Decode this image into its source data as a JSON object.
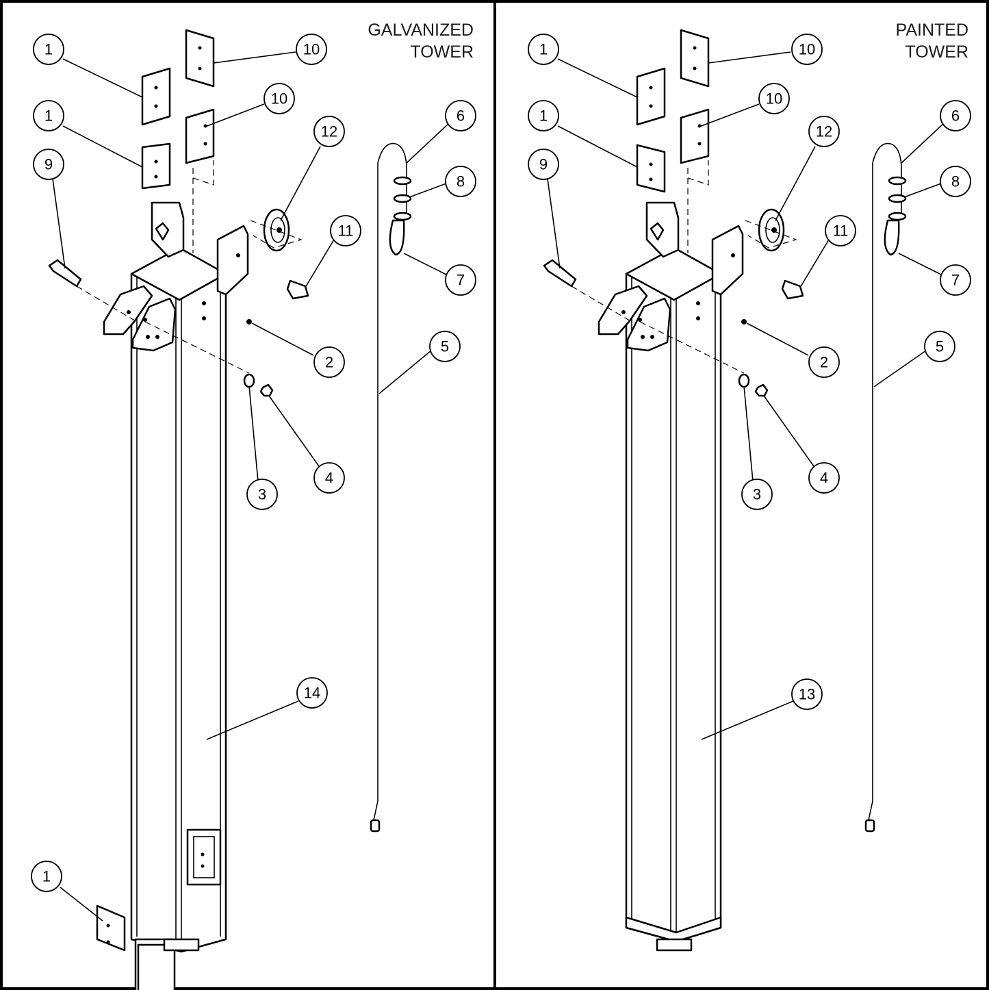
{
  "panels": [
    {
      "id": "galvanized",
      "title_line1": "GALVANIZED",
      "title_line2": "TOWER",
      "callouts": [
        "1",
        "1",
        "1",
        "9",
        "10",
        "10",
        "12",
        "11",
        "2",
        "3",
        "4",
        "5",
        "6",
        "7",
        "8",
        "14"
      ]
    },
    {
      "id": "painted",
      "title_line1": "PAINTED",
      "title_line2": "TOWER",
      "callouts": [
        "1",
        "1",
        "9",
        "10",
        "10",
        "12",
        "11",
        "2",
        "3",
        "4",
        "5",
        "6",
        "7",
        "8",
        "13"
      ]
    }
  ]
}
